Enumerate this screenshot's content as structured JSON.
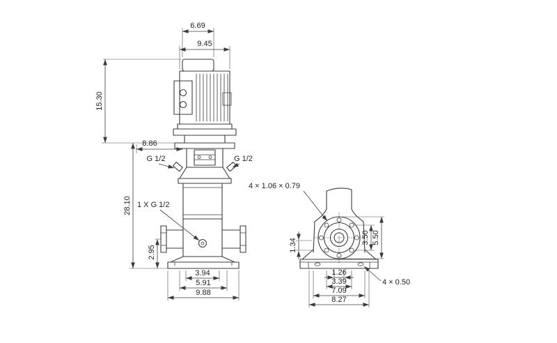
{
  "front_view": {
    "dim_motor_cap_width": "6.69",
    "dim_motor_width": "9.45",
    "dim_motor_height": "15.30",
    "dim_head_offset": "8.86",
    "label_port_left": "G 1/2",
    "label_port_right": "G 1/2",
    "dim_pump_height": "28.10",
    "label_drain_port": "1 X G 1/2",
    "dim_drain_height": "2.95",
    "dim_port_face_span": "3.94",
    "dim_flange_span": "5.91",
    "dim_base_width": "9.88"
  },
  "base_view": {
    "note_flange_holes": "4 × 1.06 × 0.79",
    "dim_base_height": "1.34",
    "dim_bolt_circle": "3.50",
    "dim_flange_od": "5.50",
    "dim_bore": "1.26",
    "dim_sleeve_od": "3.39",
    "dim_base_depth": "7.09",
    "dim_overall_depth": "8.27",
    "note_foot_holes": "4 × 0.50"
  },
  "colors": {
    "line": "#3b3b3b",
    "text": "#1e1e1e",
    "background": "#ffffff"
  }
}
